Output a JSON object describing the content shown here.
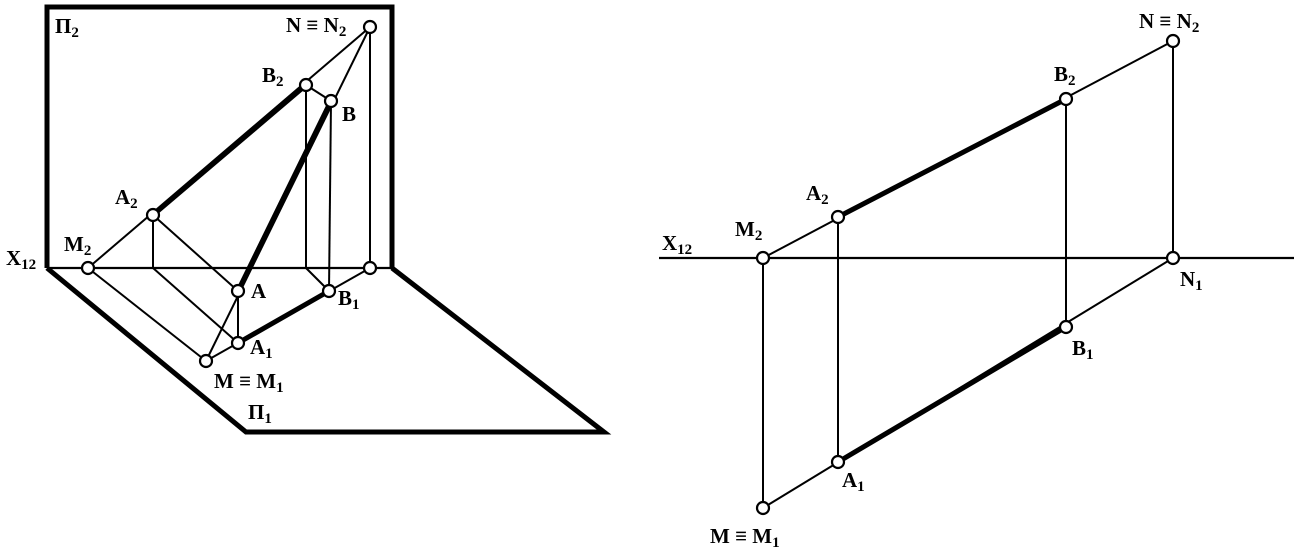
{
  "colors": {
    "ink": "#000000",
    "paper": "#ffffff"
  },
  "labels": {
    "n_eq_n2": {
      "main": "N ≡ N",
      "sub": "2"
    },
    "b2": {
      "main": "B",
      "sub": "2"
    },
    "b": {
      "main": "B",
      "sub": ""
    },
    "a2": {
      "main": "A",
      "sub": "2"
    },
    "m2": {
      "main": "M",
      "sub": "2"
    },
    "x12": {
      "main": "X",
      "sub": "12"
    },
    "a": {
      "main": "A",
      "sub": ""
    },
    "b1": {
      "main": "B",
      "sub": "1"
    },
    "a1": {
      "main": "A",
      "sub": "1"
    },
    "m_eq_m1": {
      "main": "M ≡ M",
      "sub": "1"
    },
    "n1": {
      "main": "N",
      "sub": "1"
    },
    "pi1": {
      "main": "Π",
      "sub": "1"
    },
    "pi2": {
      "main": "Π",
      "sub": "2"
    }
  }
}
